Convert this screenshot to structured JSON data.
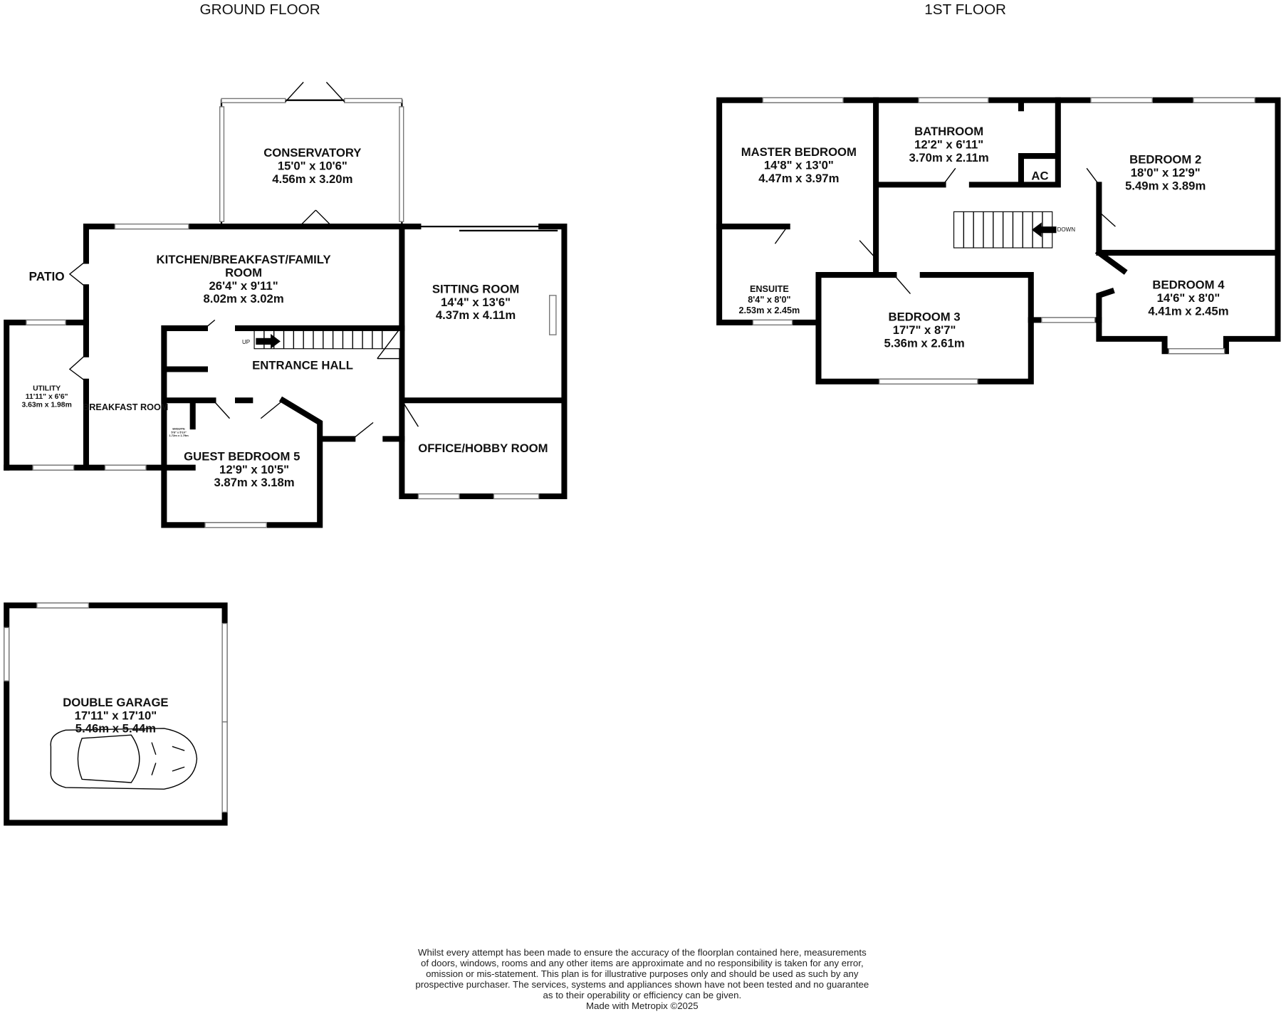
{
  "titles": {
    "ground": "GROUND FLOOR",
    "first": "1ST FLOOR"
  },
  "labels": {
    "patio": "PATIO",
    "up": "UP",
    "down": "DOWN",
    "ac": "AC",
    "entrance_hall": "ENTRANCE HALL",
    "breakfast_room": "BREAKFAST ROOM",
    "office": "OFFICE/HOBBY ROOM"
  },
  "ground_rooms": [
    {
      "name": "CONSERVATORY",
      "imperial": "15'0\"  x 10'6\"",
      "metric": "4.56m  x 3.20m"
    },
    {
      "name": "KITCHEN/BREAKFAST/FAMILY",
      "name2": "ROOM",
      "imperial": "26'4\"  x 9'11\"",
      "metric": "8.02m  x 3.02m"
    },
    {
      "name": "SITTING ROOM",
      "imperial": "14'4\"  x 13'6\"",
      "metric": "4.37m  x 4.11m"
    },
    {
      "name": "UTILITY",
      "imperial": "11'11\"  x 6'6\"",
      "metric": "3.63m  x 1.98m"
    },
    {
      "name": "GUEST BEDROOM 5",
      "imperial": "12'9\"  x 10'5\"",
      "metric": "3.87m  x 3.18m"
    },
    {
      "name": "ENSUITE",
      "imperial": "5'8\"  x 5'10\"",
      "metric": "1.72m  x 1.79m"
    },
    {
      "name": "DOUBLE GARAGE",
      "imperial": "17'11\"  x 17'10\"",
      "metric": "5.46m  x 5.44m"
    }
  ],
  "first_rooms": [
    {
      "name": "MASTER BEDROOM",
      "imperial": "14'8\"  x 13'0\"",
      "metric": "4.47m  x 3.97m"
    },
    {
      "name": "BATHROOM",
      "imperial": "12'2\"  x 6'11\"",
      "metric": "3.70m  x 2.11m"
    },
    {
      "name": "BEDROOM 2",
      "imperial": "18'0\"  x 12'9\"",
      "metric": "5.49m  x 3.89m"
    },
    {
      "name": "ENSUITE",
      "imperial": "8'4\"  x 8'0\"",
      "metric": "2.53m  x 2.45m"
    },
    {
      "name": "BEDROOM 3",
      "imperial": "17'7\"  x 8'7\"",
      "metric": "5.36m  x 2.61m"
    },
    {
      "name": "BEDROOM 4",
      "imperial": "14'6\"  x 8'0\"",
      "metric": "4.41m  x 2.45m"
    }
  ],
  "disclaimer": [
    "Whilst every attempt has been made to ensure the accuracy of the floorplan contained here, measurements",
    "of doors, windows, rooms and any other items are approximate and no responsibility is taken for any error,",
    "omission or mis-statement. This plan is for illustrative purposes only and should be used as such by any",
    "prospective purchaser. The services, systems and appliances shown have not been tested and no guarantee",
    "as to their operability or efficiency can be given.",
    "Made with Metropix ©2025"
  ]
}
